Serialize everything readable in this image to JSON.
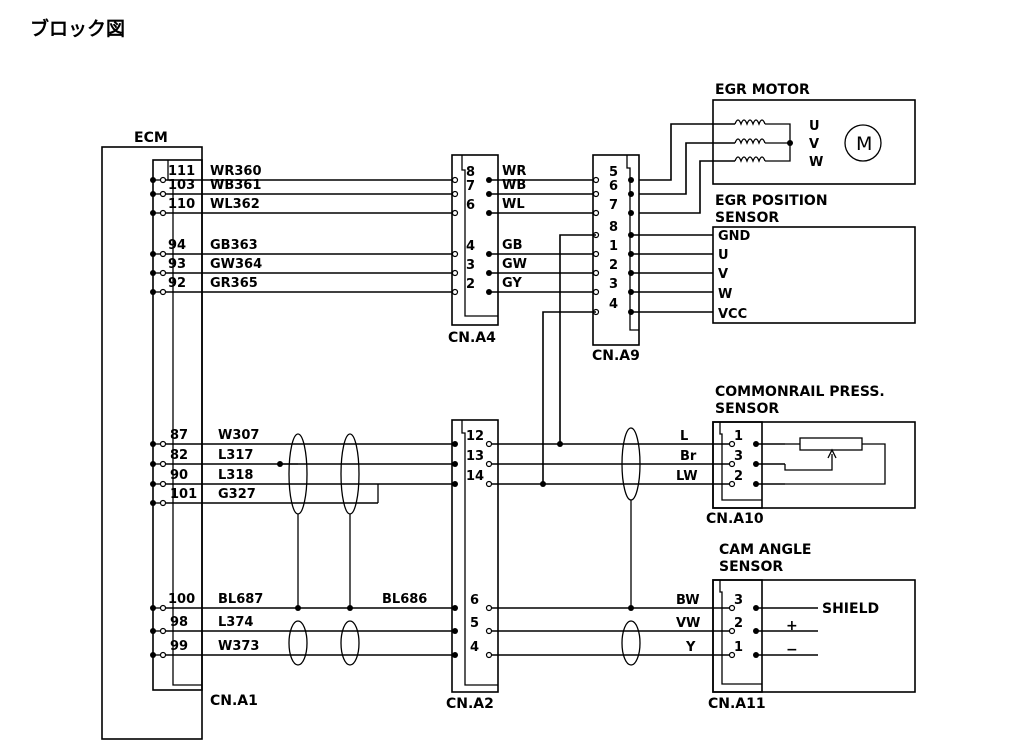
{
  "title": "ブロック図",
  "components": {
    "ecm": "ECM",
    "egr_motor": "EGR MOTOR",
    "egr_position_sensor": [
      "EGR POSITION",
      "SENSOR"
    ],
    "commonrail_sensor": [
      "COMMONRAIL PRESS.",
      "SENSOR"
    ],
    "cam_angle_sensor": [
      "CAM ANGLE",
      "SENSOR"
    ],
    "motor_symbol": "M"
  },
  "connectors": {
    "a1": "CN.A1",
    "a2": "CN.A2",
    "a4": "CN.A4",
    "a9": "CN.A9",
    "a10": "CN.A10",
    "a11": "CN.A11"
  },
  "ecm_pins": [
    "111",
    "103",
    "110",
    "94",
    "93",
    "92",
    "87",
    "82",
    "90",
    "101",
    "100",
    "98",
    "99"
  ],
  "ecm_wires": [
    "WR360",
    "WB361",
    "WL362",
    "GB363",
    "GW364",
    "GR365",
    "W307",
    "L317",
    "L318",
    "G327",
    "BL687",
    "L374",
    "W373"
  ],
  "a4_pins": [
    "8",
    "7",
    "6",
    "4",
    "3",
    "2"
  ],
  "a4_wires": [
    "WR",
    "WB",
    "WL",
    "GB",
    "GW",
    "GY"
  ],
  "a9_pins": [
    "5",
    "6",
    "7",
    "8",
    "1",
    "2",
    "3",
    "4"
  ],
  "motor_phases": [
    "U",
    "V",
    "W"
  ],
  "egr_sensor_pins": [
    "GND",
    "U",
    "V",
    "W",
    "VCC"
  ],
  "a2_pins": [
    "12",
    "13",
    "14",
    "6",
    "5",
    "4"
  ],
  "a2_wire_label": "BL686",
  "rail_wires": [
    "L",
    "Br",
    "LW"
  ],
  "rail_pins": [
    "1",
    "3",
    "2"
  ],
  "cam_wires": [
    "BW",
    "VW",
    "Y"
  ],
  "cam_pins": [
    "3",
    "2",
    "1"
  ],
  "cam_signals": [
    "SHIELD",
    "+",
    "−"
  ]
}
